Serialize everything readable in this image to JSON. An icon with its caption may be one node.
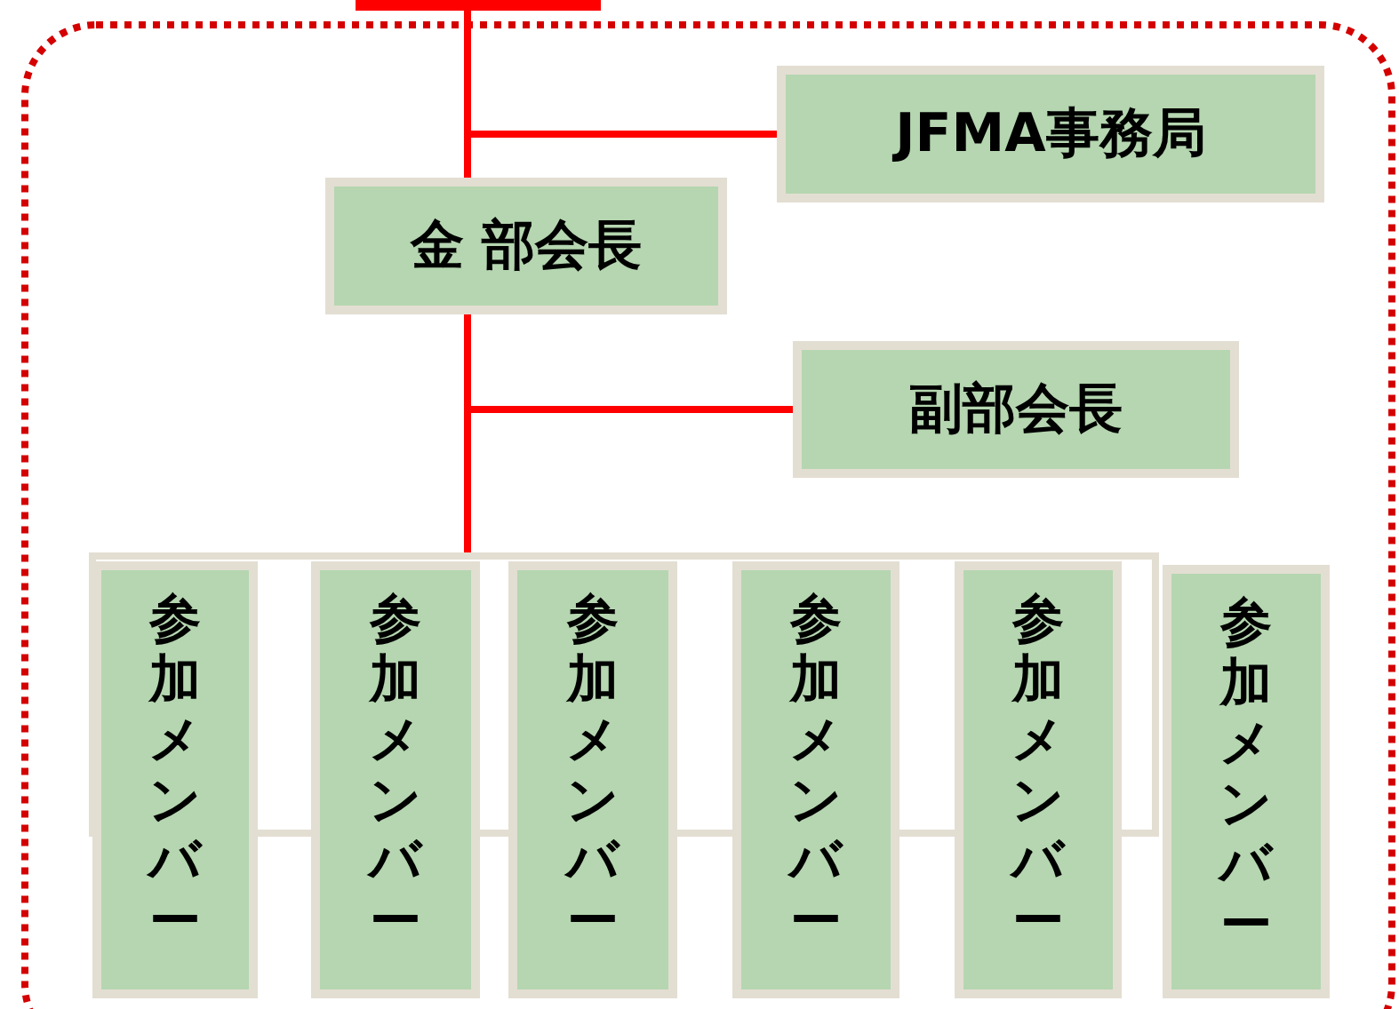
{
  "diagram": {
    "nodes": [
      {
        "text": [],
        "shape": "bar"
      },
      {
        "text": [
          "JFMA事務局"
        ]
      },
      {
        "text": [
          "金 部会長"
        ]
      },
      {
        "text": [
          "副部会長"
        ]
      },
      {
        "text": [],
        "shape": "box"
      },
      {
        "text": [
          "参加メンバー"
        ]
      },
      {
        "text": [
          "参加メンバー"
        ]
      },
      {
        "text": [
          "参加メンバー"
        ]
      },
      {
        "text": [
          "参加メンバー"
        ]
      },
      {
        "text": [
          "参加メンバー"
        ]
      },
      {
        "text": [
          "参加メンバー"
        ]
      }
    ],
    "edges": [
      {
        "from": 0,
        "to": 2,
        "arrow": "none"
      },
      {
        "from": 0,
        "to": 1,
        "arrow": "none"
      },
      {
        "from": 2,
        "to": 3,
        "arrow": "none"
      },
      {
        "from": 2,
        "to": 4,
        "arrow": "none"
      }
    ]
  }
}
